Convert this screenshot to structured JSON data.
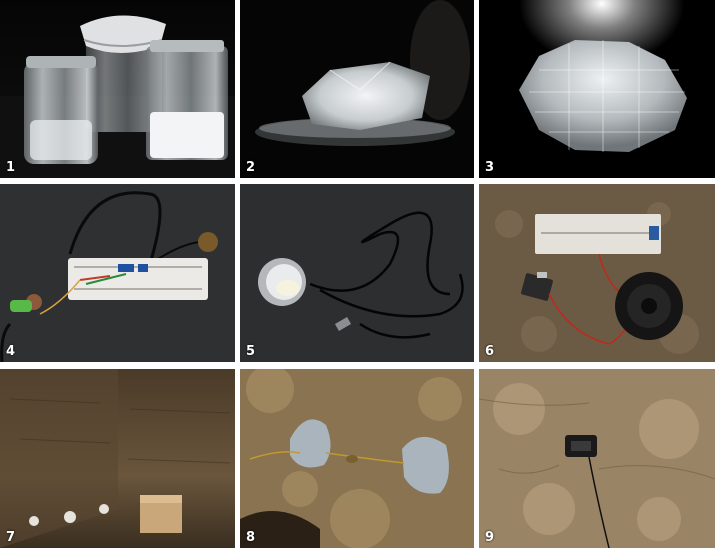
{
  "panels": [
    {
      "label": "1",
      "name": "salt-jars"
    },
    {
      "label": "2",
      "name": "crystal-on-dish"
    },
    {
      "label": "3",
      "name": "salt-crystal-closeup"
    },
    {
      "label": "4",
      "name": "breadboard-circuit"
    },
    {
      "label": "5",
      "name": "crystal-in-cup-with-cable"
    },
    {
      "label": "6",
      "name": "circuit-with-speaker"
    },
    {
      "label": "7",
      "name": "cave-room"
    },
    {
      "label": "8",
      "name": "crystals-on-rock"
    },
    {
      "label": "9",
      "name": "device-in-wall"
    }
  ]
}
